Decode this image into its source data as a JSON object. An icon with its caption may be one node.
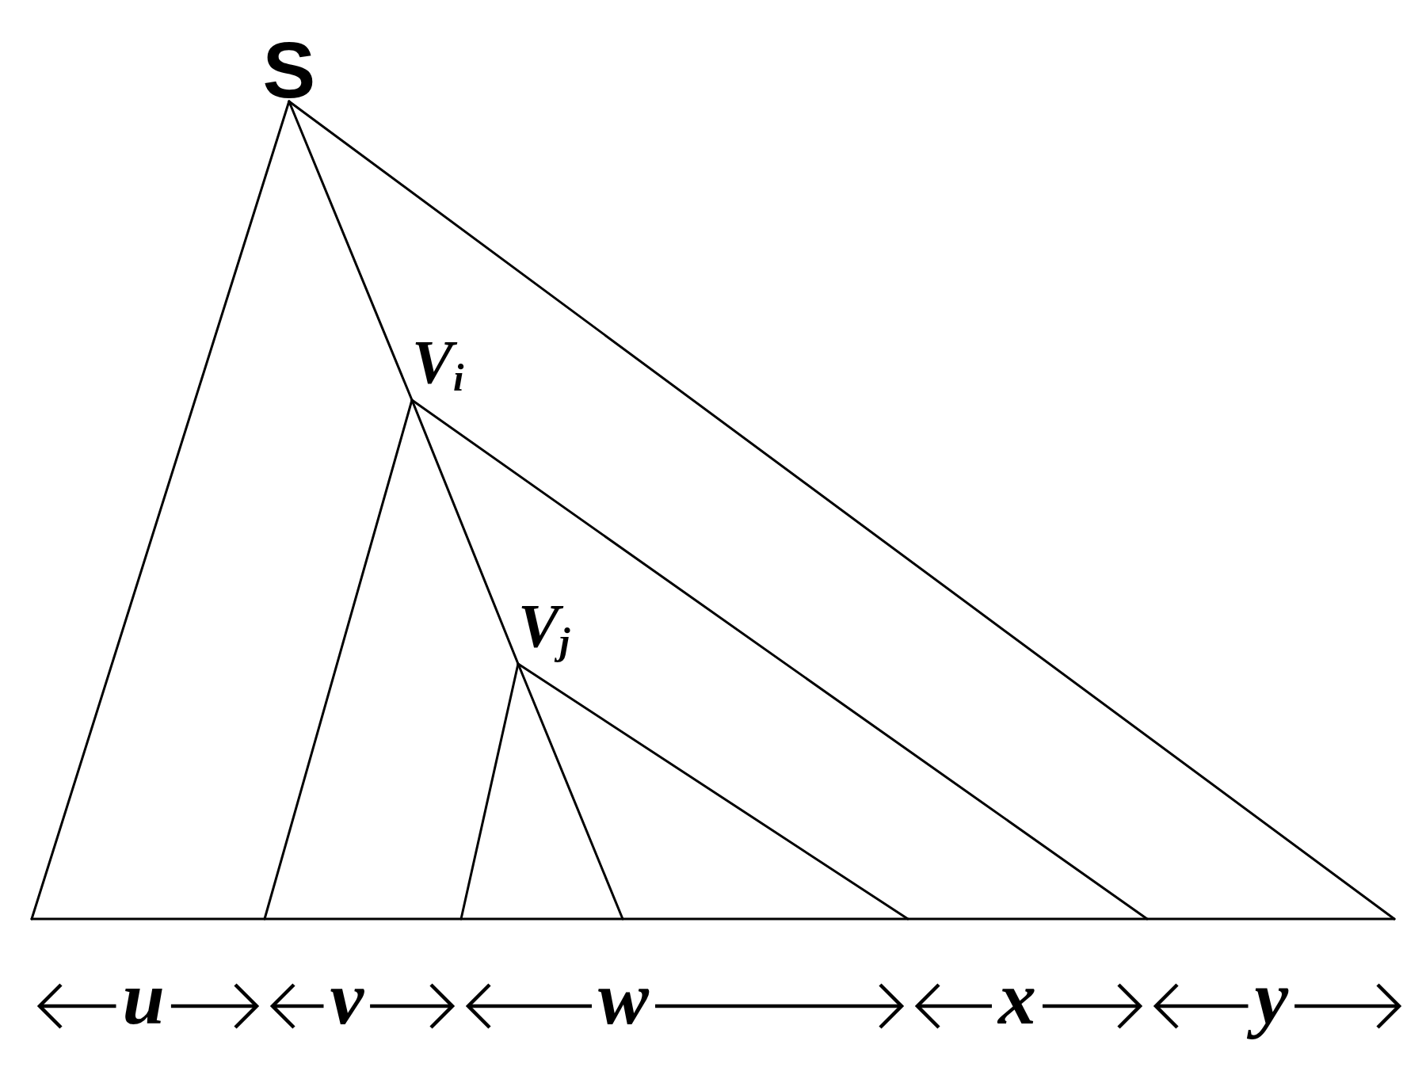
{
  "diagram": {
    "nodes": [
      {
        "text": [
          "S"
        ]
      },
      {
        "text": [
          "V$_{i}$"
        ]
      },
      {
        "text": [
          "V$_{j}$"
        ]
      }
    ],
    "edges": [
      {
        "from": 0,
        "to": null,
        "arrow": "none"
      },
      {
        "from": 0,
        "to": 1,
        "arrow": "none"
      },
      {
        "from": 0,
        "to": null,
        "arrow": "none"
      },
      {
        "from": 1,
        "to": null,
        "arrow": "none"
      },
      {
        "from": 1,
        "to": 2,
        "arrow": "none"
      },
      {
        "from": 1,
        "to": null,
        "arrow": "none"
      },
      {
        "from": 2,
        "to": null,
        "arrow": "none"
      },
      {
        "from": 2,
        "to": null,
        "arrow": "none"
      },
      {
        "from": 2,
        "to": null,
        "arrow": "none"
      }
    ],
    "labels": [
      "u",
      "v",
      "w",
      "x",
      "y"
    ]
  }
}
